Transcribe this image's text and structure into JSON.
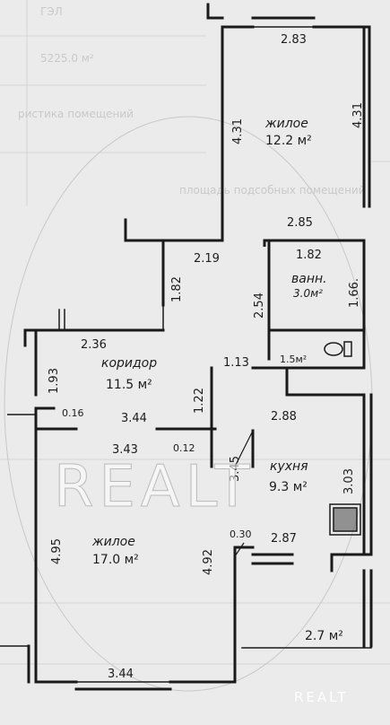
{
  "background_text": {
    "t1": "ГЭЛ",
    "t2": "5225.0 м²",
    "t3": "ристика помещений",
    "t4": "площадь подсобных помещений"
  },
  "watermark": {
    "main": "REALT",
    "corner": "REALT"
  },
  "rooms": {
    "bedroom_top": {
      "name": "жилое",
      "area": "12.2 м²"
    },
    "bathroom": {
      "name": "ванн.",
      "area": "3.0м²"
    },
    "wc": {
      "area": "1.5м²"
    },
    "corridor": {
      "name": "коридор",
      "area": "11.5 м²"
    },
    "kitchen": {
      "name": "кухня",
      "area": "9.3 м²"
    },
    "living": {
      "name": "жилое",
      "area": "17.0 м²"
    },
    "balcony": {
      "area": "2.7 м²"
    }
  },
  "dimensions": {
    "d_283": "2.83",
    "d_431a": "4.31",
    "d_431b": "4.31",
    "d_285": "2.85",
    "d_219": "2.19",
    "d_182a": "1.82",
    "d_182b": "1.82",
    "d_254": "2.54",
    "d_166": "1.66.",
    "d_236": "2.36",
    "d_193": "1.93",
    "d_113": "1.13",
    "d_122": "1.22",
    "d_016": "0.16",
    "d_344a": "3.44",
    "d_343": "3.43",
    "d_012": "0.12",
    "d_345": "3.45",
    "d_288": "2.88",
    "d_303": "3.03",
    "d_495": "4.95",
    "d_492": "4.92",
    "d_030": "0.30",
    "d_287": "2.87",
    "d_344b": "3.44"
  }
}
